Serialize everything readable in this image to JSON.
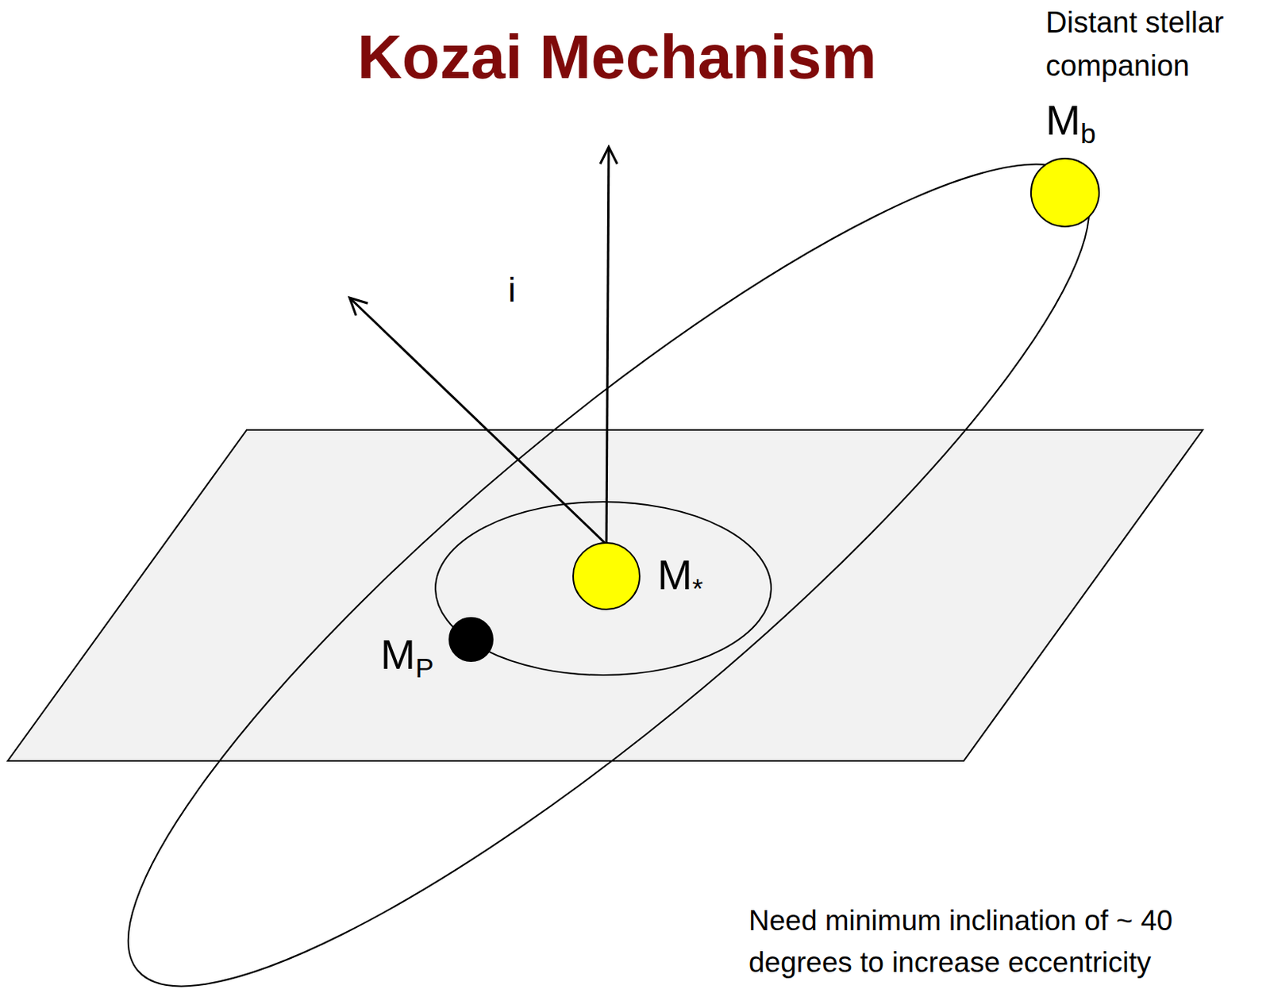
{
  "diagram": {
    "title": "Kozai Mechanism",
    "nodes": [
      {
        "text": [
          "Distant stellar companion",
          "Mb"
        ]
      },
      {
        "text": [
          "M*"
        ]
      },
      {
        "text": [
          "MP"
        ]
      }
    ],
    "labels": [
      "i",
      "Need minimum inclination of ~ 40 degrees to increase eccentricity"
    ]
  }
}
